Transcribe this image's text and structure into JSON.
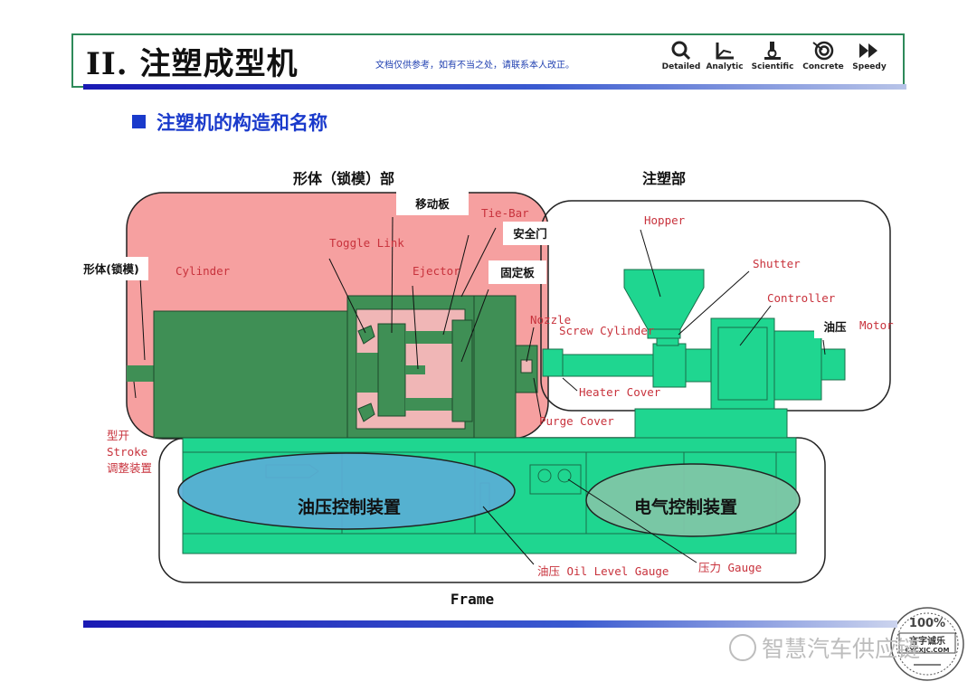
{
  "header": {
    "title": "II. 注塑成型机",
    "disclaimer": "文档仅供参考，如有不当之处，请联系本人改正。",
    "icons": [
      {
        "name": "magnifier-icon",
        "label": "Detailed"
      },
      {
        "name": "chart-axes-icon",
        "label": "Analytic"
      },
      {
        "name": "microscope-icon",
        "label": "Scientific"
      },
      {
        "name": "target-icon",
        "label": "Concrete"
      },
      {
        "name": "fast-forward-icon",
        "label": "Speedy"
      }
    ]
  },
  "subtitle": "注塑机的构造和名称",
  "diagram": {
    "section_clamp": "形体（锁模）部",
    "section_injection": "注塑部",
    "box_labels": {
      "moving_plate": "移动板",
      "safety_door": "安全门",
      "fixed_plate": "固定板",
      "clamp_unit": "形体(锁模)",
      "hydraulic": "油压"
    },
    "parts": {
      "cylinder": "Cylinder",
      "toggle_link": "Toggle Link",
      "tie_bar": "Tie-Bar",
      "ejector": "Ejector",
      "nozzle": "Nozzle",
      "screw_cylinder": "Screw Cylinder",
      "heater_cover": "Heater Cover",
      "purge_cover": "Purge Cover",
      "hopper": "Hopper",
      "shutter": "Shutter",
      "controller": "Controller",
      "motor": "Motor",
      "stroke_1": "型开",
      "stroke_2": "Stroke",
      "stroke_3": "调整装置",
      "oil_gauge": "油压 Oil Level Gauge",
      "pressure_gauge": "压力 Gauge"
    },
    "zones": {
      "hydraulic_control": "油压控制装置",
      "electric_control": "电气控制装置"
    },
    "frame": "Frame"
  },
  "watermark": {
    "text": "智慧汽车供应链",
    "stamp_top": "100%",
    "stamp_mid": "言字诚乐",
    "stamp_bottom": "CYCXJC.COM"
  },
  "colors": {
    "machine_green": "#1fd690",
    "machine_dark": "#3f8f55",
    "clamp_zone": "#f6a0a0",
    "hydraulic_zone": "#5aaed6",
    "electric_zone": "#7ec6a6",
    "label_red": "#c8323c",
    "title_blue": "#1a3acb"
  }
}
